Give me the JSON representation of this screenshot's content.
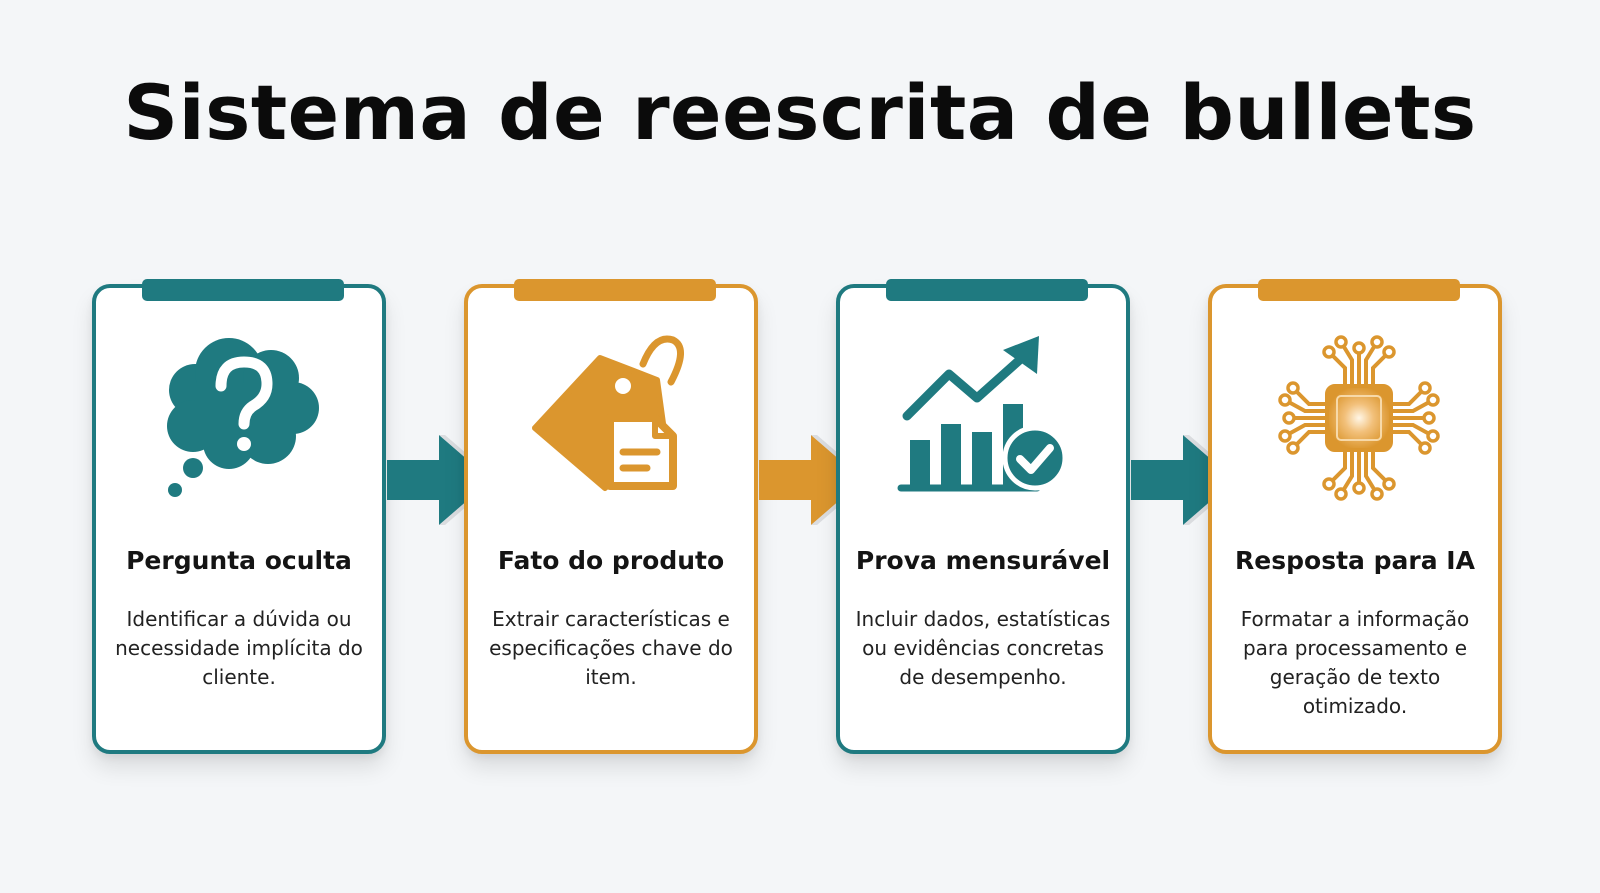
{
  "title": "Sistema de reescrita de bullets",
  "colors": {
    "teal": "#1f7a80",
    "orange": "#db962e",
    "background": "#f4f6f8"
  },
  "steps": [
    {
      "title": "Pergunta oculta",
      "description": "Identificar a dúvida ou necessidade implícita do cliente.",
      "icon": "thought-bubble-question-icon",
      "color": "teal"
    },
    {
      "title": "Fato do produto",
      "description": "Extrair características e especificações chave do item.",
      "icon": "price-tag-document-icon",
      "color": "orange"
    },
    {
      "title": "Prova mensurável",
      "description": "Incluir dados, estatísticas ou evidências concretas de desempenho.",
      "icon": "bar-chart-check-icon",
      "color": "teal"
    },
    {
      "title": "Resposta para IA",
      "description": "Formatar a informação para processamento e geração de texto otimizado.",
      "icon": "ai-chip-circuit-icon",
      "color": "orange"
    }
  ]
}
